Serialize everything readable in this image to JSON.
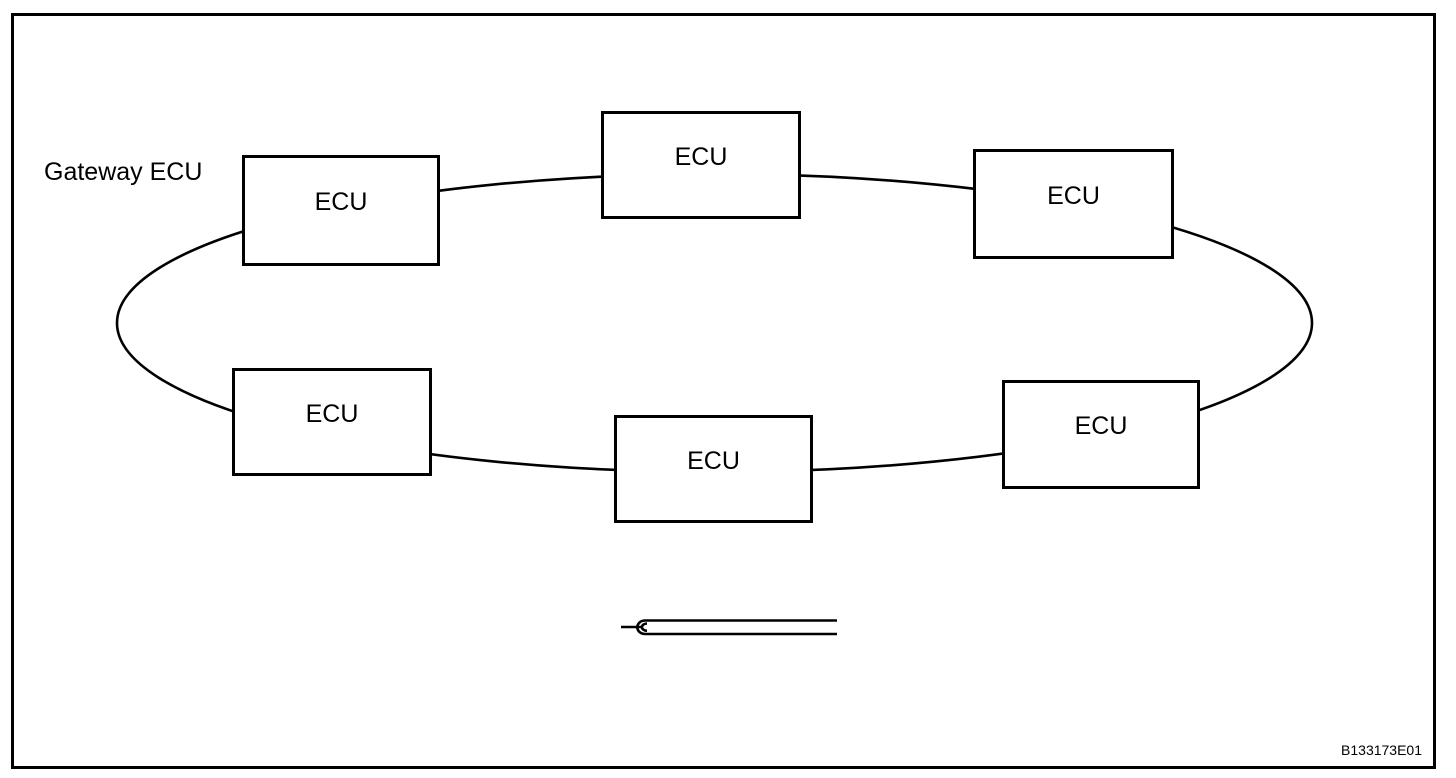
{
  "diagram": {
    "gateway_label": "Gateway ECU",
    "figure_code": "B133173E01",
    "topology": "ring",
    "nodes": [
      {
        "id": "gateway",
        "label": "ECU"
      },
      {
        "id": "top-center",
        "label": "ECU"
      },
      {
        "id": "top-right",
        "label": "ECU"
      },
      {
        "id": "bottom-left",
        "label": "ECU"
      },
      {
        "id": "bottom-center",
        "label": "ECU"
      },
      {
        "id": "bottom-right",
        "label": "ECU"
      }
    ],
    "icons": [
      {
        "name": "twisted-pair-wire-icon"
      }
    ],
    "colors": {
      "line": "#000000",
      "background": "#ffffff",
      "text": "#000000"
    }
  }
}
